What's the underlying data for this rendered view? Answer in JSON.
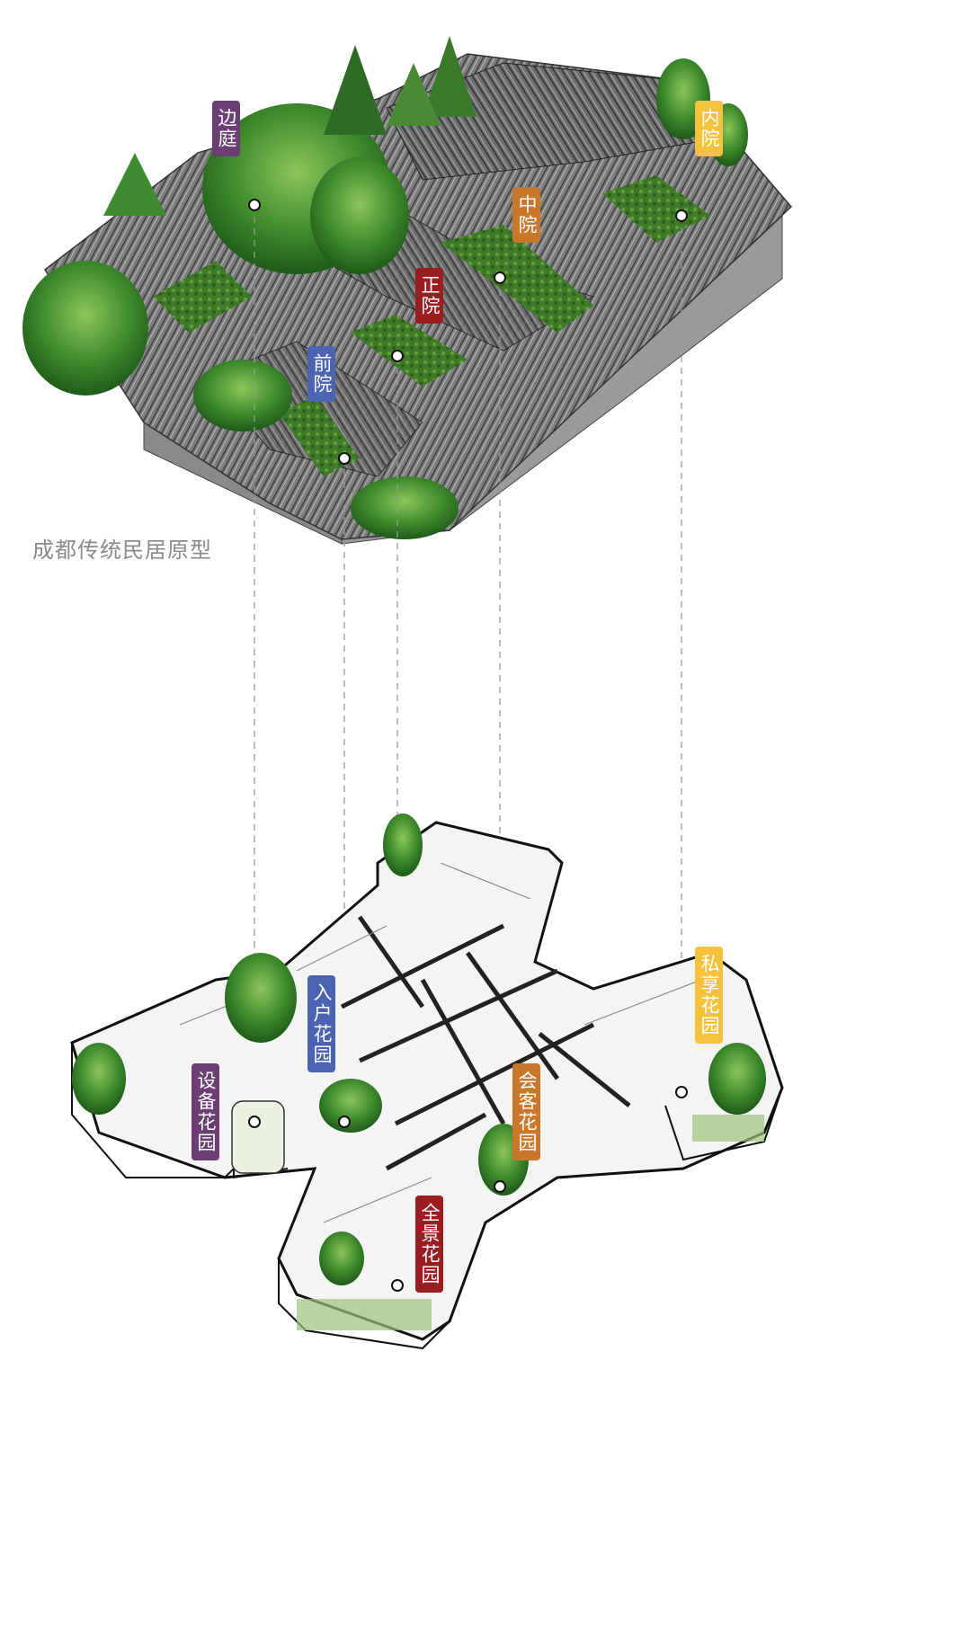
{
  "caption": "成都传统民居原型",
  "colors": {
    "purple": "#6b3f74",
    "yellow": "#f4c23d",
    "orange": "#c9782b",
    "red": "#9a1d22",
    "blue": "#4b63b0"
  },
  "top_labels": [
    {
      "id": "side",
      "text": "边庭",
      "color": "#6b3f74"
    },
    {
      "id": "middle",
      "text": "中院",
      "color": "#c9782b"
    },
    {
      "id": "inner",
      "text": "内院",
      "color": "#f4c23d"
    },
    {
      "id": "main",
      "text": "正院",
      "color": "#9a1d22"
    },
    {
      "id": "front",
      "text": "前院",
      "color": "#4b63b0"
    }
  ],
  "bottom_labels": [
    {
      "id": "entry",
      "text": "入户花园",
      "color": "#4b63b0"
    },
    {
      "id": "private",
      "text": "私享花园",
      "color": "#f4c23d"
    },
    {
      "id": "equipment",
      "text": "设备花园",
      "color": "#6b3f74"
    },
    {
      "id": "reception",
      "text": "会客花园",
      "color": "#c9782b"
    },
    {
      "id": "panorama",
      "text": "全景花园",
      "color": "#9a1d22"
    }
  ]
}
